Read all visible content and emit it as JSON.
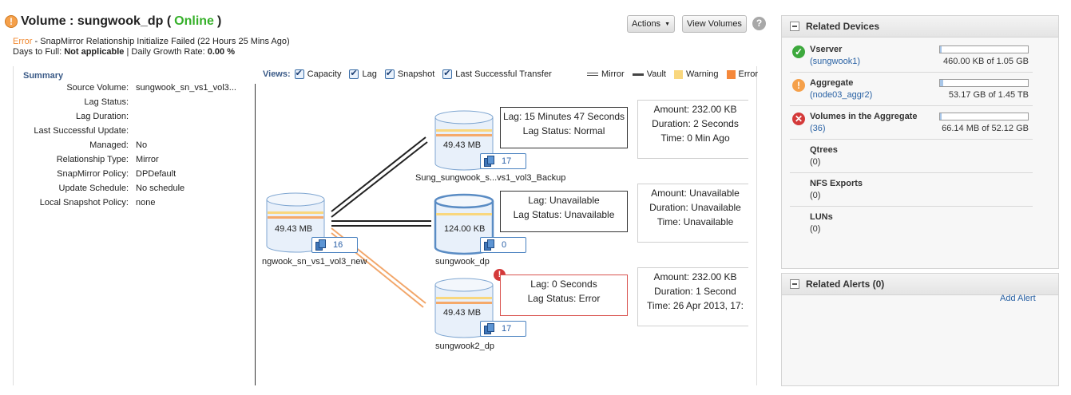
{
  "header": {
    "title_prefix": "Volume : sungwook_dp (",
    "status": "Online",
    "title_suffix": ")",
    "error_label": "Error",
    "error_text": " - SnapMirror Relationship Initialize Failed (22 Hours 25 Mins Ago)",
    "days_label": "Days to Full:",
    "days_value": "Not applicable",
    "sep": "|",
    "growth_label": "Daily Growth Rate:",
    "growth_value": "0.00 %",
    "actions_label": "Actions",
    "view_volumes_label": "View Volumes",
    "help_glyph": "?",
    "status_color": "#36b02a",
    "error_color": "#f08a33"
  },
  "summary": {
    "title": "Summary",
    "rows": [
      {
        "label": "Source Volume:",
        "value": "sungwook_sn_vs1_vol3..."
      },
      {
        "label": "Lag Status:",
        "value": ""
      },
      {
        "label": "Lag Duration:",
        "value": ""
      },
      {
        "label": "Last Successful Update:",
        "value": ""
      },
      {
        "label": "Managed:",
        "value": "No"
      },
      {
        "label": "Relationship Type:",
        "value": "Mirror"
      },
      {
        "label": "SnapMirror Policy:",
        "value": "DPDefault"
      },
      {
        "label": "Update Schedule:",
        "value": "No schedule"
      },
      {
        "label": "Local Snapshot Policy:",
        "value": "none"
      }
    ]
  },
  "views": {
    "label": "Views:",
    "items": [
      {
        "label": "Capacity",
        "checked": true
      },
      {
        "label": "Lag",
        "checked": true
      },
      {
        "label": "Snapshot",
        "checked": true
      },
      {
        "label": "Last Successful Transfer",
        "checked": true
      }
    ]
  },
  "legend": {
    "mirror": "Mirror",
    "vault": "Vault",
    "warning": "Warning",
    "error": "Error",
    "warning_color": "#f9d77e",
    "error_color": "#f5883a"
  },
  "diagram": {
    "source": {
      "size": "49.43 MB",
      "snapshots": "16",
      "name": "ngwook_sn_vs1_vol3_new"
    },
    "destinations": [
      {
        "size": "49.43 MB",
        "snapshots": "17",
        "name": "Sung_sungwook_s...vs1_vol3_Backup",
        "lag": "Lag: 15 Minutes 47 Seconds",
        "lag_status": "Lag Status: Normal",
        "amount": "Amount: 232.00 KB",
        "duration": "Duration: 2 Seconds",
        "time": "Time: 0 Min Ago"
      },
      {
        "size": "124.00 KB",
        "snapshots": "0",
        "name": "sungwook_dp",
        "lag": "Lag: Unavailable",
        "lag_status": "Lag Status: Unavailable",
        "amount": "Amount: Unavailable",
        "duration": "Duration: Unavailable",
        "time": "Time: Unavailable"
      },
      {
        "size": "49.43 MB",
        "snapshots": "17",
        "name": "sungwook2_dp",
        "lag": "Lag: 0 Seconds",
        "lag_status": "Lag Status: Error",
        "amount": "Amount: 232.00 KB",
        "duration": "Duration: 1 Second",
        "time": "Time: 26 Apr 2013, 17:",
        "error_glyph": "!"
      }
    ]
  },
  "related_devices": {
    "title": "Related Devices",
    "items": [
      {
        "name": "Vserver",
        "link": "(sungwook1)",
        "usage": "460.00 KB of 1.05 GB",
        "fill": 0.0004
      },
      {
        "name": "Aggregate",
        "link": "(node03_aggr2)",
        "usage": "53.17 GB of 1.45 TB",
        "fill": 0.036
      },
      {
        "name": "Volumes in the Aggregate",
        "link": "(36)",
        "usage": "66.14 MB of 52.12 GB",
        "fill": 0.0013
      },
      {
        "name": "Qtrees",
        "link": "(0)"
      },
      {
        "name": "NFS Exports",
        "link": "(0)"
      },
      {
        "name": "LUNs",
        "link": "(0)"
      }
    ]
  },
  "related_alerts": {
    "title": "Related Alerts (0)",
    "add_label": "Add Alert"
  }
}
